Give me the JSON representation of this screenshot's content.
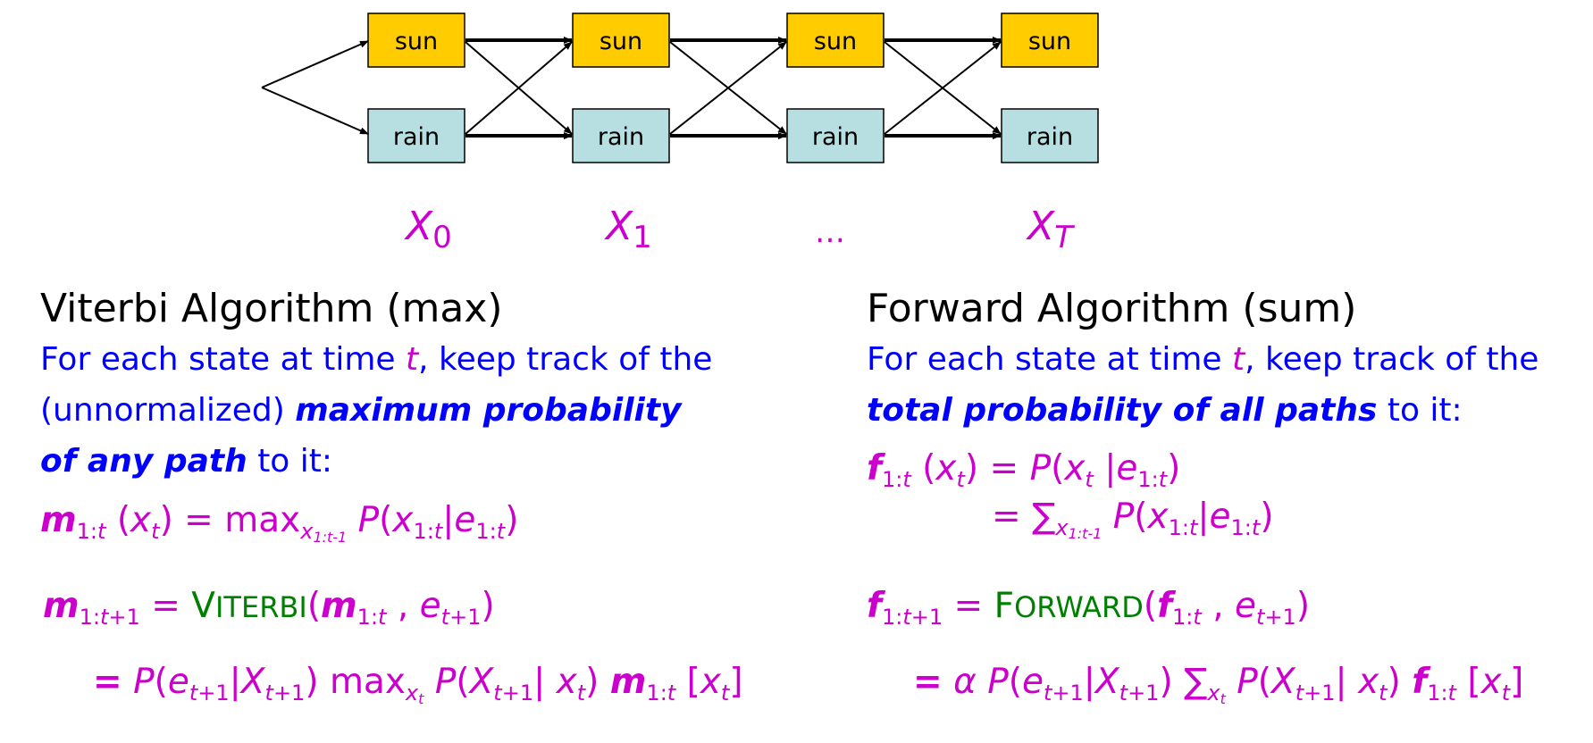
{
  "trellis": {
    "states": [
      "sun",
      "rain"
    ],
    "colors": {
      "sun": "#ffcc00",
      "rain": "#b7dee0"
    },
    "time_labels": [
      {
        "var": "X",
        "sub": "0"
      },
      {
        "var": "X",
        "sub": "1"
      },
      {
        "ellipsis": "…"
      },
      {
        "var": "X",
        "sub": "T"
      }
    ]
  },
  "viterbi": {
    "title": "Viterbi Algorithm (max)",
    "desc_pre": "For each state at time ",
    "desc_t": "t",
    "desc_mid": ", keep track of the (unnormalized) ",
    "desc_emph": "maximum probability of any path",
    "desc_post": " to it:",
    "eq1": "m1:t (xt) = maxx1:t-1 P(x1:t|e1:t)",
    "eq2": "m1:t+1 = VITERBI(m1:t , et+1)",
    "eq3": "= P(et+1|Xt+1) maxxt P(Xt+1| xt) m1:t [xt]"
  },
  "forward": {
    "title": "Forward Algorithm (sum)",
    "desc_pre": "For each state at time ",
    "desc_t": "t",
    "desc_mid": ", keep track of the ",
    "desc_emph": "total probability of all paths",
    "desc_post": " to it:",
    "eq1a": "f1:t (xt) = P(xt|e1:t)",
    "eq1b": "= ∑x1:t-1 P(x1:t|e1:t)",
    "eq2": "f1:t+1 = FORWARD(f1:t , et+1)",
    "eq3": "= α P(et+1|Xt+1) ∑xt P(Xt+1| xt) f1:t [xt]"
  }
}
